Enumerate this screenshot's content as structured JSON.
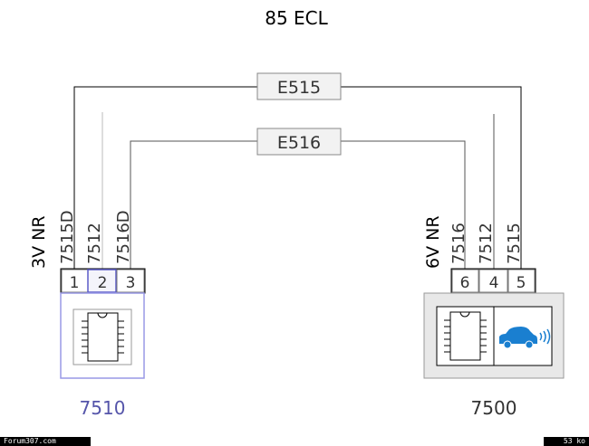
{
  "title": "85 ECL",
  "splices": {
    "e515": "E515",
    "e516": "E516"
  },
  "left": {
    "vlabel": "3V NR",
    "wire_labels": [
      "7515D",
      "7512",
      "7516D"
    ],
    "pins": [
      "1",
      "2",
      "3"
    ],
    "component_id": "7510"
  },
  "right": {
    "vlabel": "6V NR",
    "wire_labels": [
      "7516",
      "7512",
      "7515"
    ],
    "pins": [
      "6",
      "4",
      "5"
    ],
    "component_id": "7500"
  },
  "footer": {
    "site": "Forum307.com",
    "size": "53 ko"
  },
  "colors": {
    "left_component_border": "#9999e6",
    "component_id_left": "#5555aa",
    "car_icon": "#1a7fd0"
  },
  "icons": [
    "chip-icon",
    "car-remote-icon"
  ]
}
